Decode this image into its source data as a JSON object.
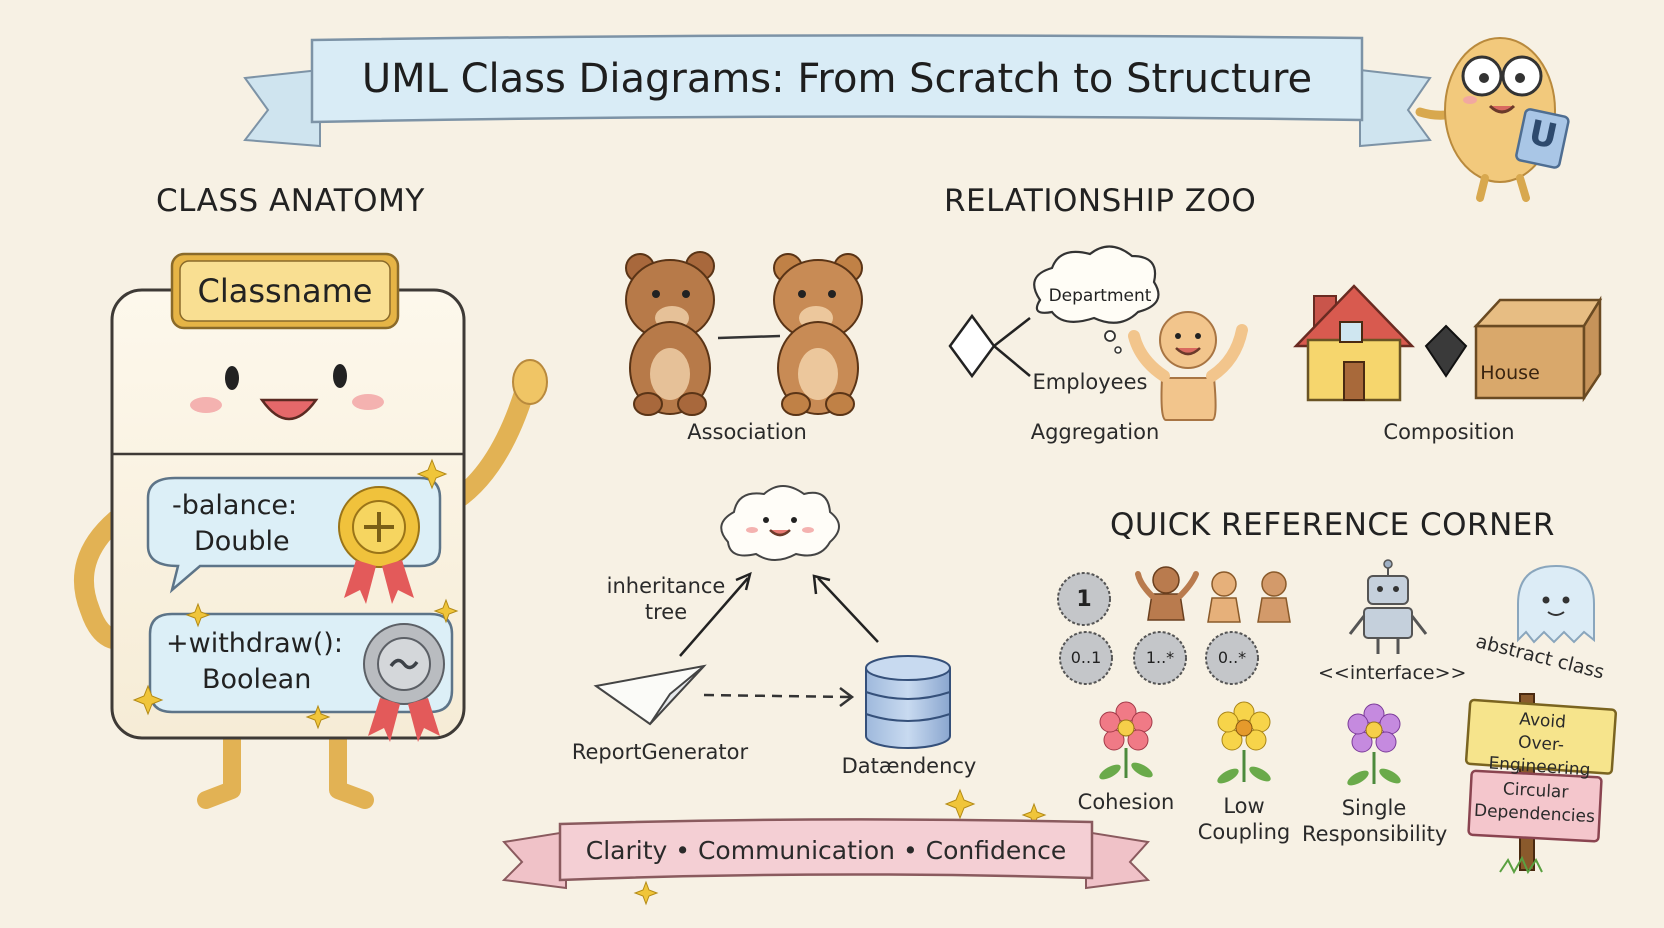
{
  "title": "UML Class Diagrams: From Scratch to Structure",
  "mascot_badge": "U",
  "sections": {
    "class_anatomy": "CLASS ANATOMY",
    "relationship_zoo": "RELATIONSHIP ZOO",
    "quick_reference": "QUICK REFERENCE CORNER"
  },
  "class_card": {
    "name": "Classname",
    "attribute_line1": "-balance:",
    "attribute_line2": "Double",
    "method_line1": "+withdraw():",
    "method_line2": "Boolean"
  },
  "relationships": {
    "association": "Association",
    "aggregation": "Aggregation",
    "aggregation_cloud": "Department",
    "aggregation_part": "Employees",
    "composition": "Composition",
    "composition_box": "House"
  },
  "inheritance": {
    "label_line1": "inheritance",
    "label_line2": "tree",
    "report_generator": "ReportGenerator",
    "dependency": "Datændency"
  },
  "multiplicities": [
    "1",
    "0..1",
    "1..*",
    "0..*"
  ],
  "interface_label": "<<interface>>",
  "abstract_label": "abstract class",
  "principles": {
    "cohesion": "Cohesion",
    "low_coupling_line1": "Low",
    "low_coupling_line2": "Coupling",
    "single_resp_line1": "Single",
    "single_resp_line2": "Responsibility"
  },
  "signs": {
    "sign1_line1": "Avoid",
    "sign1_line2": "Over-Engineering",
    "sign2_line1": "Circular",
    "sign2_line2": "Dependencies"
  },
  "footer_banner": "Clarity • Communication • Confidence",
  "colors": {
    "background": "#f7f1e4",
    "title_banner": "#d7ebf5",
    "classname_plate": "#f8dd8e",
    "bubble": "#dceff7",
    "footer_banner": "#f3cdd2",
    "sign_yellow": "#f6e48c",
    "sign_pink": "#f4c6cc"
  }
}
